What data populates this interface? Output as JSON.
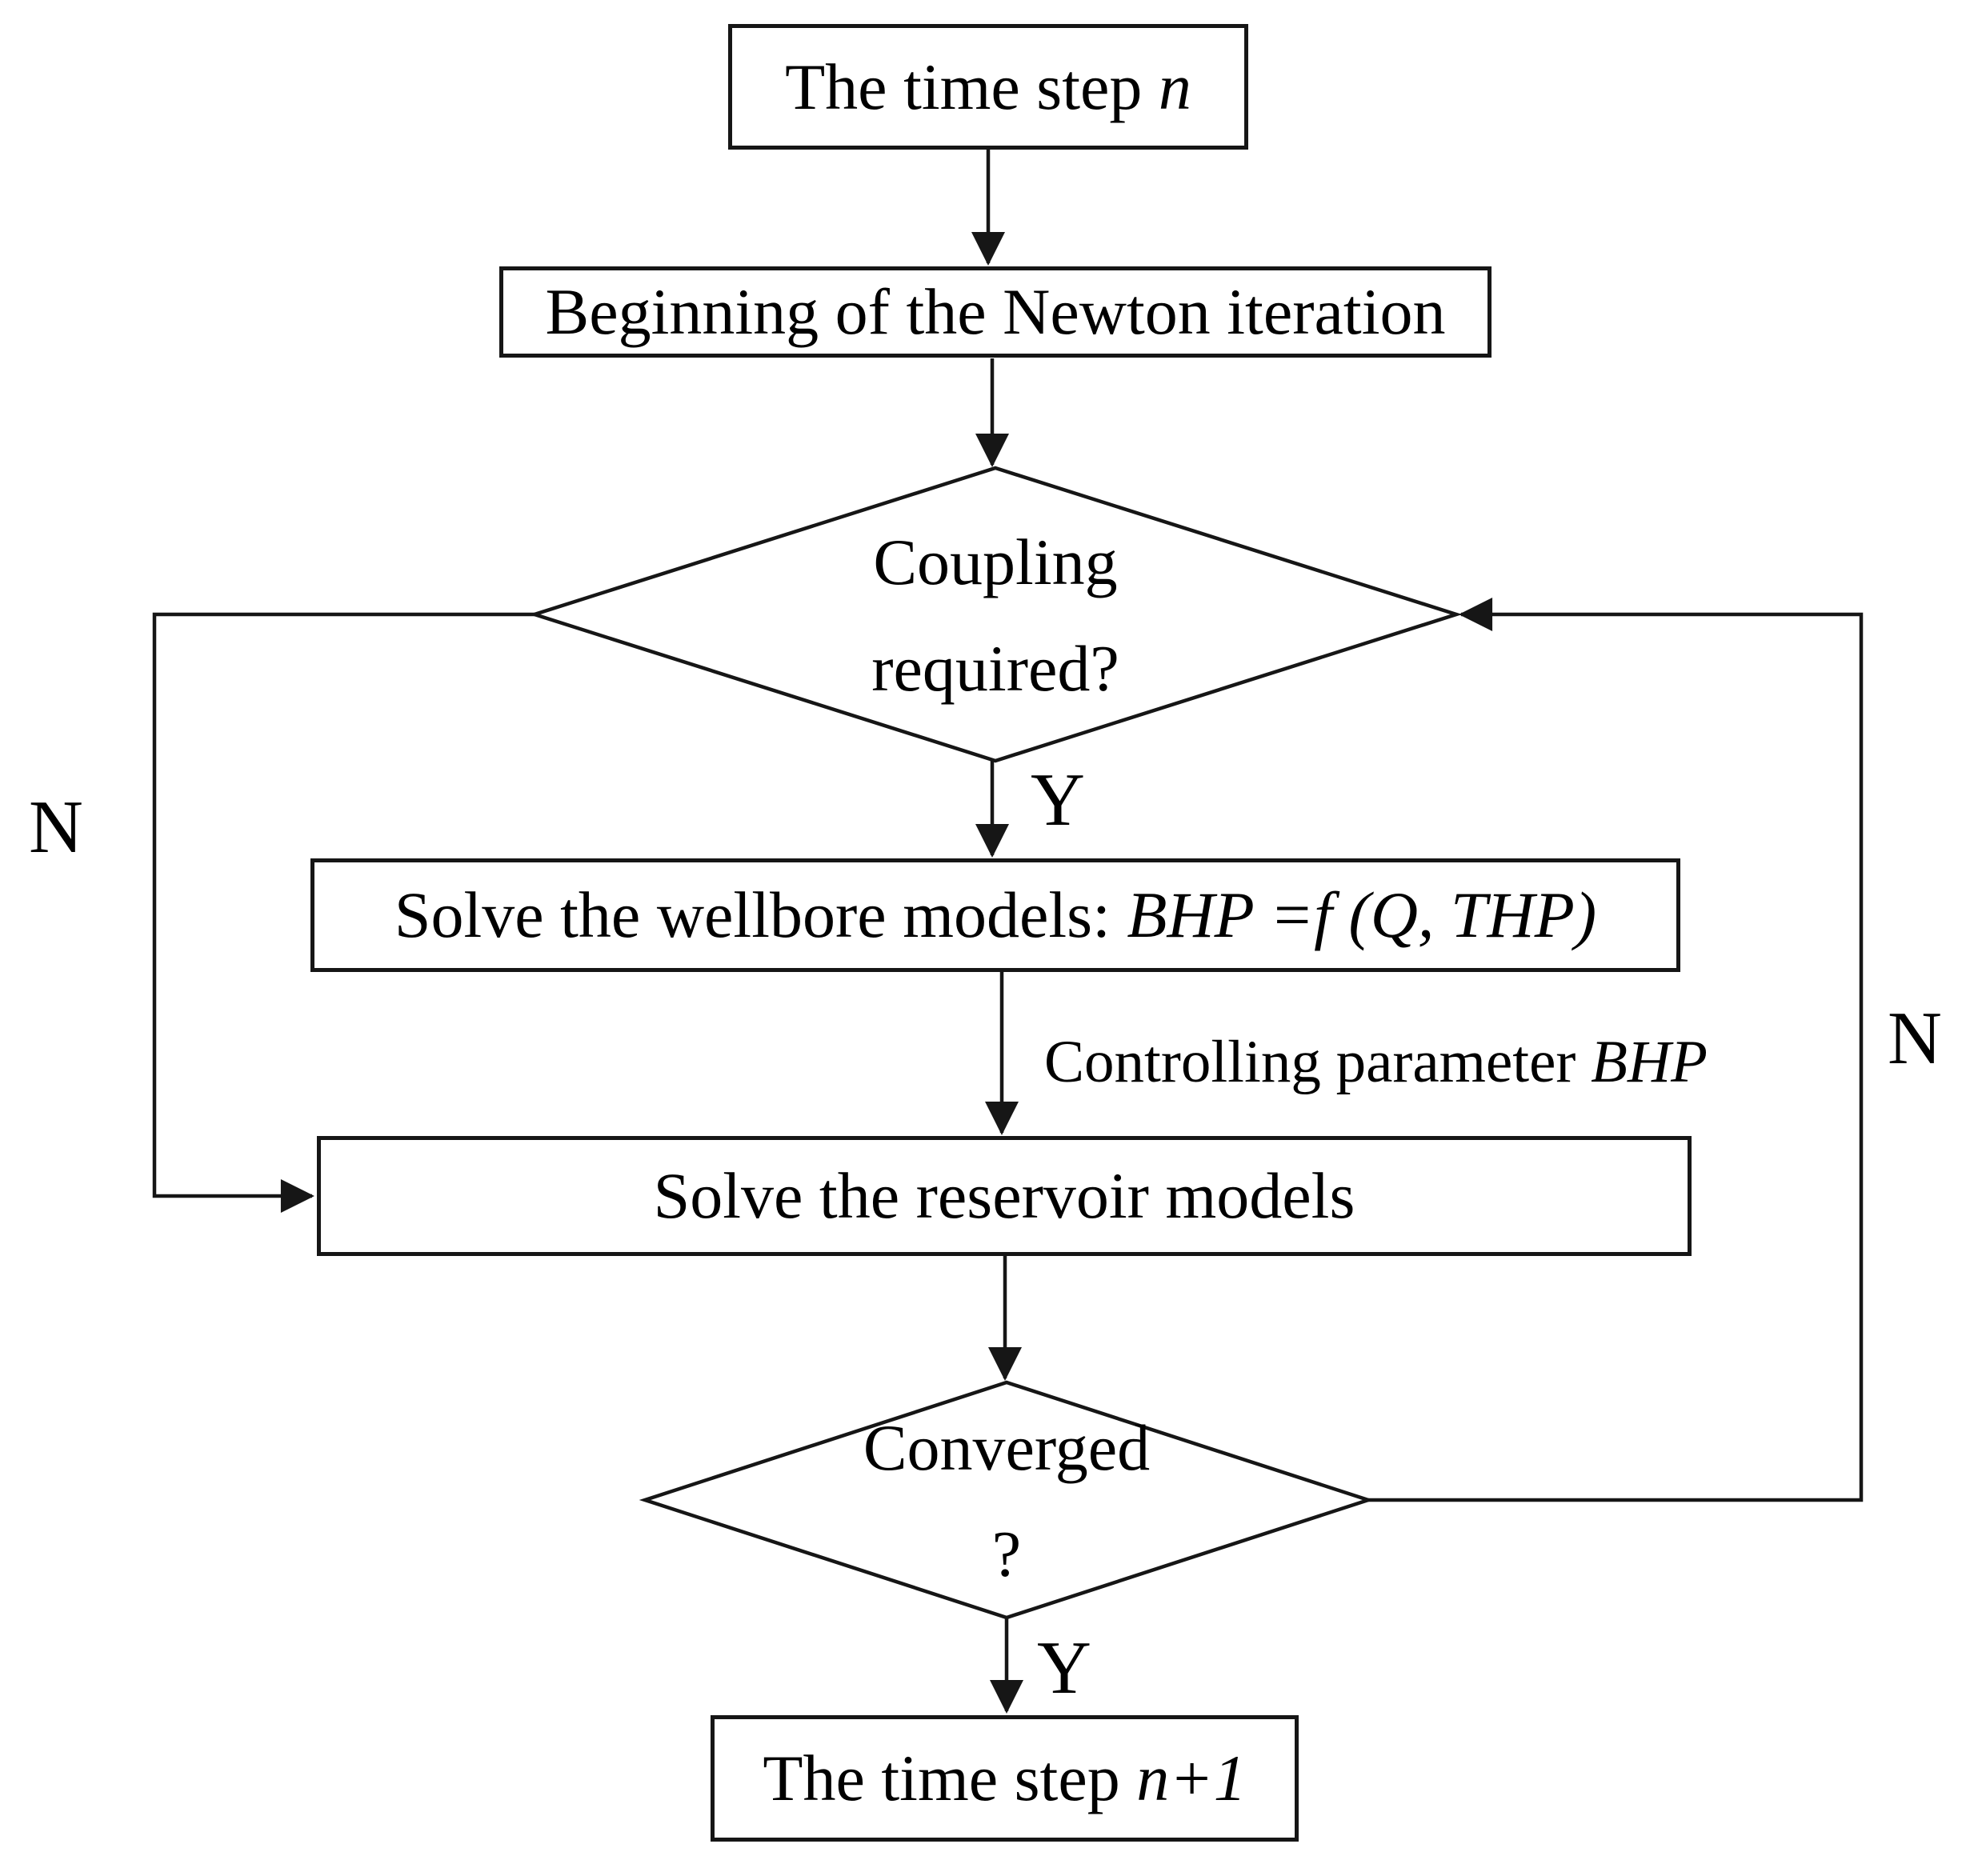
{
  "diagram": {
    "nodes": {
      "time_step_n": {
        "text": "The time step ",
        "italic": "n"
      },
      "newton_iteration": {
        "text": "Beginning of the Newton iteration"
      },
      "coupling_required": {
        "line1": "Coupling",
        "line2": "required?"
      },
      "solve_wellbore": {
        "text": "Solve the wellbore models: ",
        "italic": "BHP =f (Q, THP)"
      },
      "solve_reservoir": {
        "text": "Solve the reservoir models"
      },
      "converged": {
        "line1": "Converged",
        "line2": "?"
      },
      "time_step_n_plus_1": {
        "text": "The time step ",
        "italic": "n+1"
      }
    },
    "edge_labels": {
      "coupling_yes": "Y",
      "coupling_no": "N",
      "converged_yes": "Y",
      "converged_no": "N",
      "controlling_parameter": {
        "text": "Controlling parameter ",
        "italic": "BHP"
      }
    },
    "colors": {
      "stroke": "#161616",
      "text": "#000000",
      "background": "#ffffff"
    }
  }
}
